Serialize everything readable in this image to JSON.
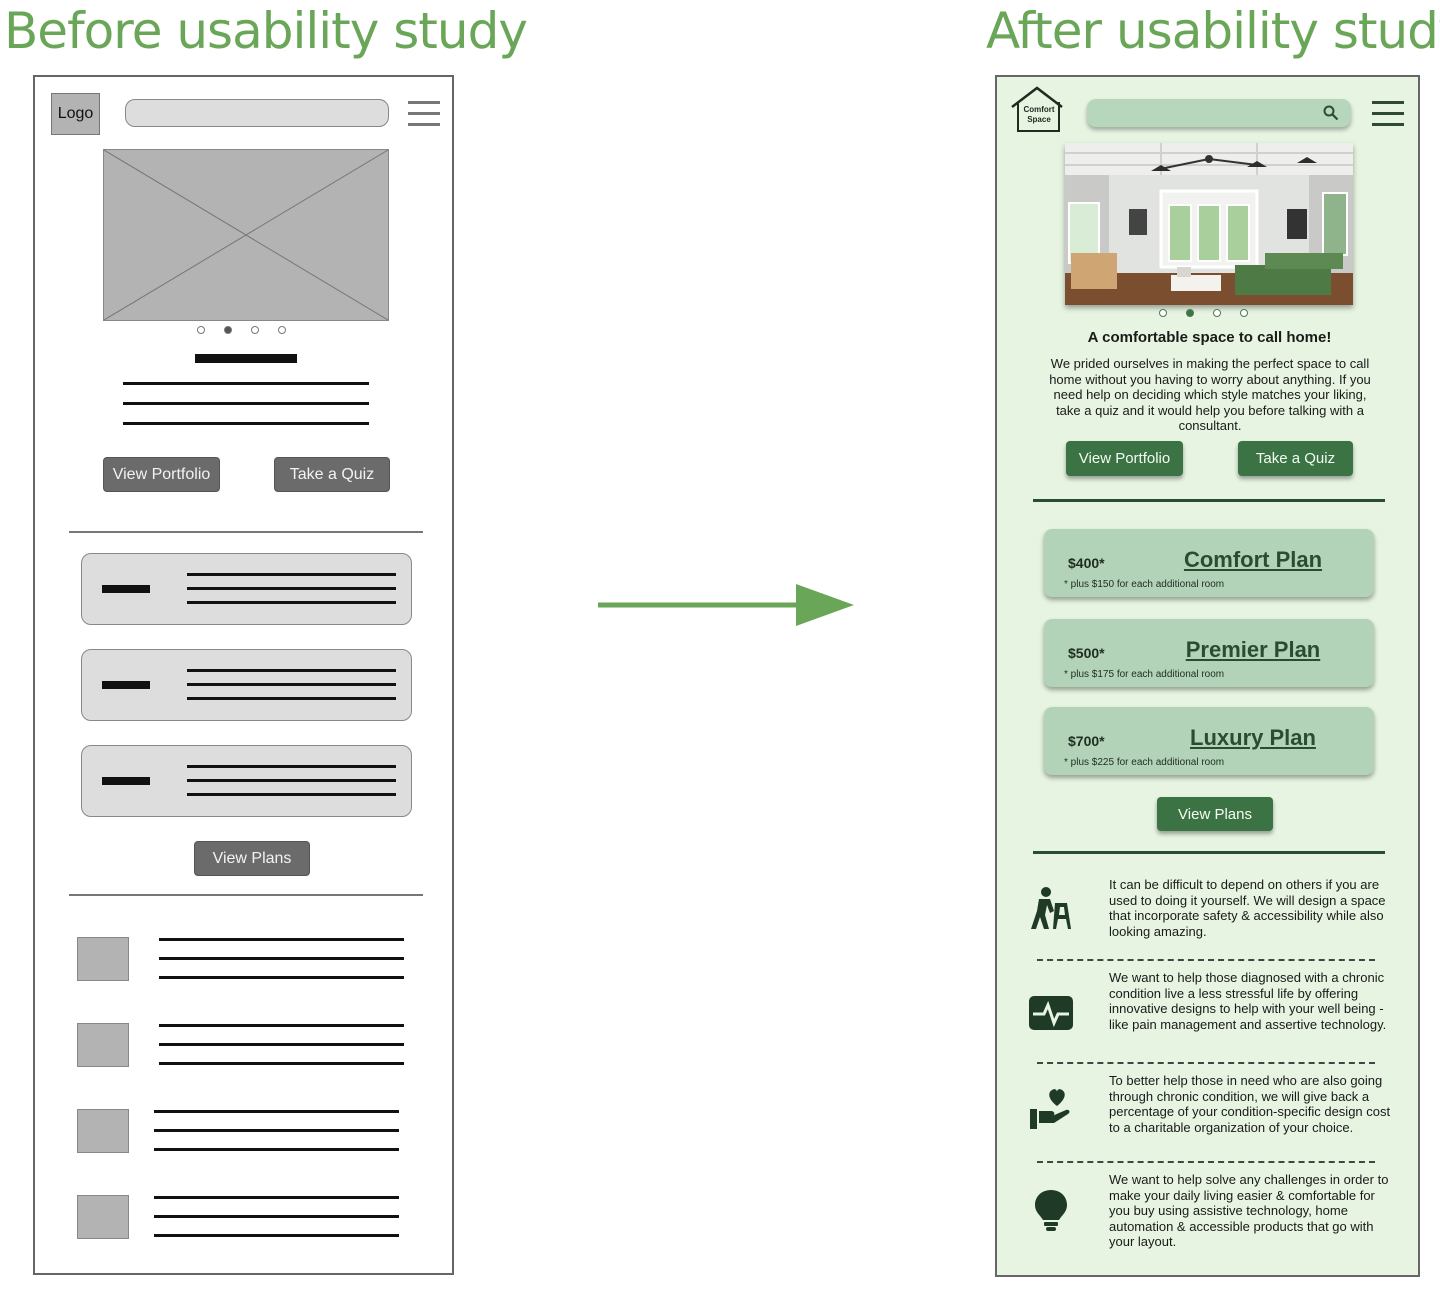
{
  "headings": {
    "before": "Before usability study",
    "after": "After usability study"
  },
  "wireframe": {
    "logo": "Logo",
    "buttons": {
      "portfolio": "View Portfolio",
      "quiz": "Take a Quiz",
      "plans": "View Plans"
    }
  },
  "mockup": {
    "brand": {
      "line1": "Comfort",
      "line2": "Space"
    },
    "tagline": "A comfortable space to call home!",
    "intro": "We prided ourselves in making the perfect space to call home without you having to worry about anything. If you need help on deciding which style matches your liking, take a quiz and it would help you before talking with a consultant.",
    "buttons": {
      "portfolio": "View Portfolio",
      "quiz": "Take a Quiz",
      "plans": "View Plans"
    },
    "plans": [
      {
        "price": "$400*",
        "name": "Comfort Plan",
        "note": "* plus $150 for each additional room"
      },
      {
        "price": "$500*",
        "name": "Premier Plan",
        "note": "* plus $175 for each additional room"
      },
      {
        "price": "$700*",
        "name": "Luxury Plan",
        "note": "* plus $225 for each additional room"
      }
    ],
    "features": [
      {
        "icon": "walker-person-icon",
        "text": "It can be difficult to depend on others if you are used to doing it yourself. We will design a space that incorporate safety & accessibility while also looking amazing."
      },
      {
        "icon": "heart-monitor-icon",
        "text": "We want to help those diagnosed with a chronic condition live a less stressful life by offering innovative designs to help with your well being - like pain management and assertive technology."
      },
      {
        "icon": "hand-heart-icon",
        "text": "To better help those in need who are also going through chronic condition, we will give back a percentage of your condition-specific design cost to a charitable organization of your choice."
      },
      {
        "icon": "lightbulb-icon",
        "text": "We want to help solve any challenges in order to make your daily living easier & comfortable for you buy using assistive technology, home automation & accessible products that go with your layout."
      }
    ]
  },
  "colors": {
    "heading": "#6aa657",
    "mockup_bg": "#e6f4e1",
    "button_green": "#3c7344",
    "plan_card": "#b3d3b9",
    "wire_button": "#6b6b6b"
  }
}
